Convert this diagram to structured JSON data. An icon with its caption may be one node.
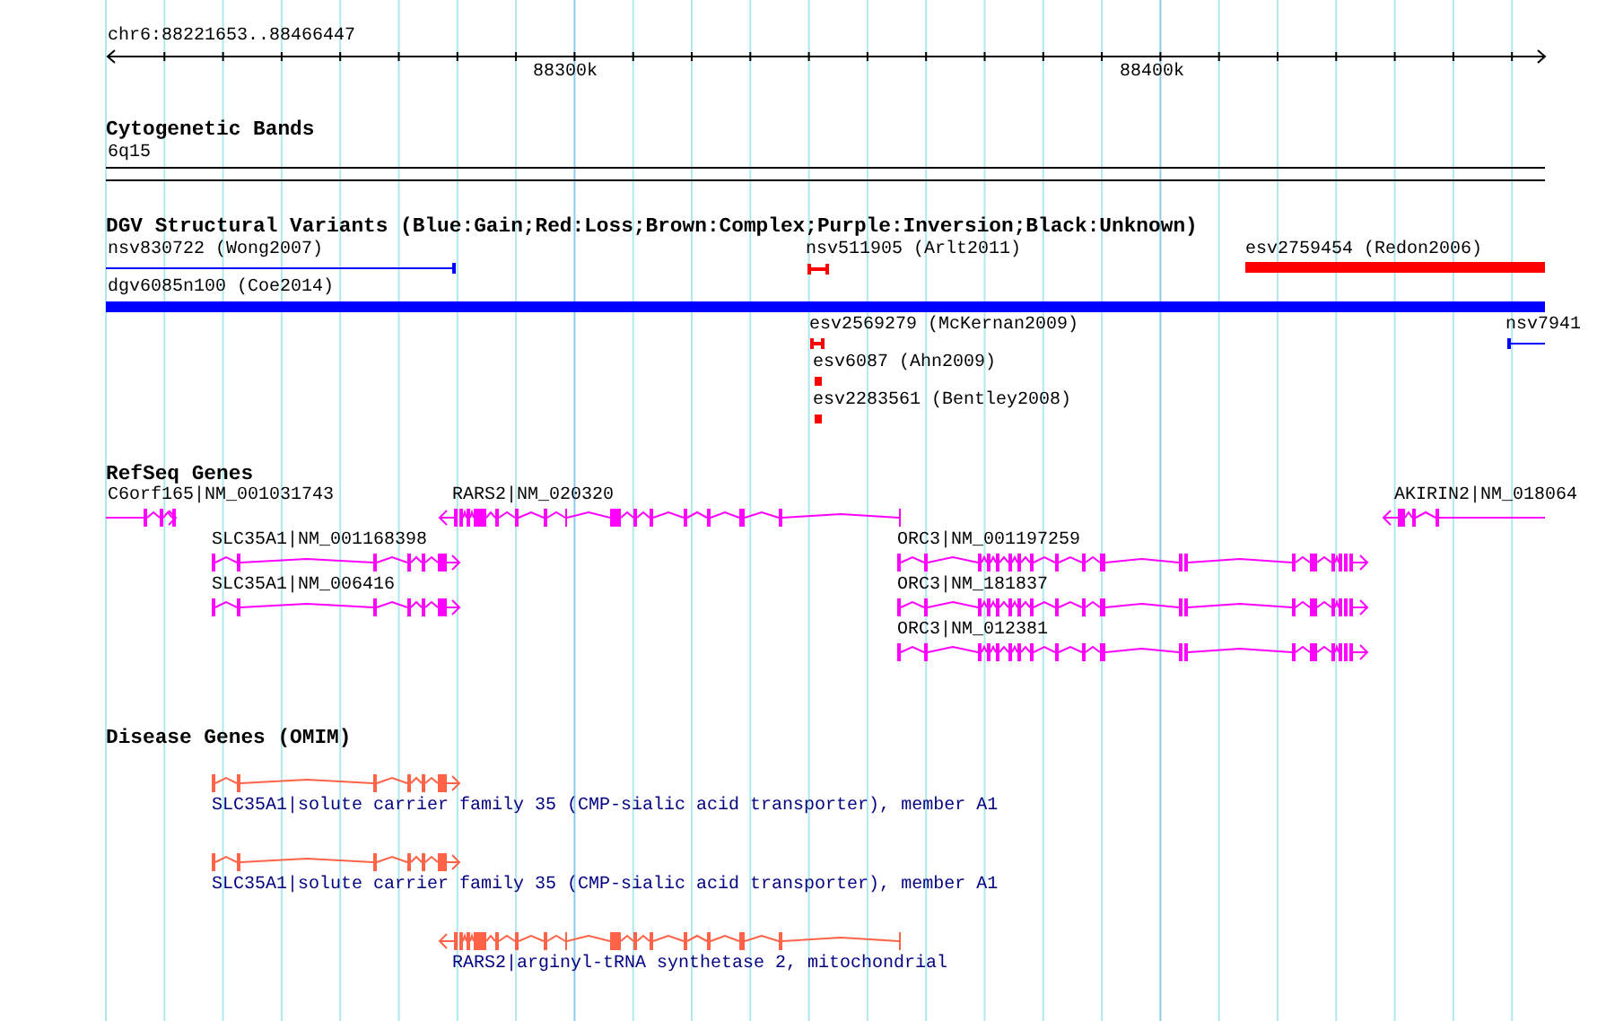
{
  "diagram": {
    "labels": [
      "chr6:88221653..88466447",
      "88300k",
      "88400k",
      "Cytogenetic Bands",
      "6q15",
      "DGV Structural Variants (Blue:Gain;Red:Loss;Brown:Complex;Purple:Inversion;Black:Unknown)",
      "nsv830722 (Wong2007)",
      "nsv511905 (Arlt2011)",
      "esv2759454 (Redon2006)",
      "dgv6085n100 (Coe2014)",
      "esv2569279 (McKernan2009)",
      "nsv7941",
      "esv6087 (Ahn2009)",
      "esv2283561 (Bentley2008)",
      "RefSeq Genes",
      "C6orf165|NM_001031743",
      "RARS2|NM_020320",
      "AKIRIN2|NM_018064",
      "SLC35A1|NM_001168398",
      "ORC3|NM_001197259",
      "SLC35A1|NM_006416",
      "ORC3|NM_181837",
      "ORC3|NM_012381",
      "Disease Genes (OMIM)",
      "SLC35A1|solute carrier family 35 (CMP-sialic acid transporter), member A1",
      "SLC35A1|solute carrier family 35 (CMP-sialic acid transporter), member A1",
      "RARS2|arginyl-tRNA synthetase 2, mitochondrial"
    ]
  }
}
